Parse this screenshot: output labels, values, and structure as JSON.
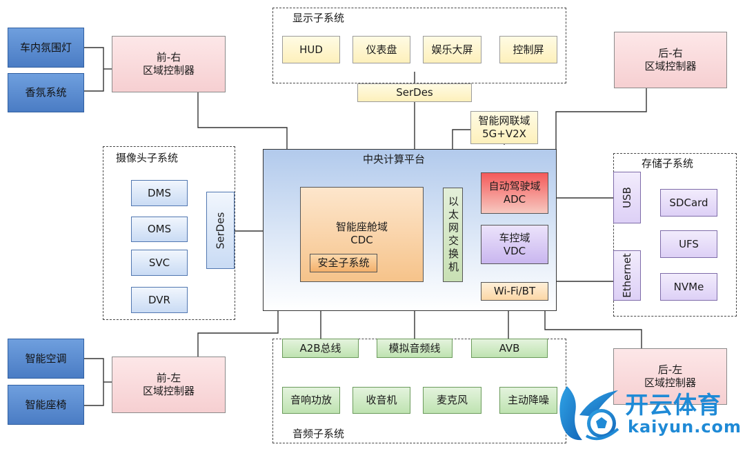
{
  "left_top": {
    "ambient_light": "车内氛围灯",
    "fragrance": "香氛系统"
  },
  "left_bottom": {
    "ac": "智能空调",
    "seat": "智能座椅"
  },
  "zone": {
    "front_right": {
      "l1": "前-右",
      "l2": "区域控制器"
    },
    "rear_right": {
      "l1": "后-右",
      "l2": "区域控制器"
    },
    "front_left": {
      "l1": "前-左",
      "l2": "区域控制器"
    },
    "rear_left": {
      "l1": "后-左",
      "l2": "区域控制器"
    }
  },
  "display": {
    "title": "显示子系统",
    "items": [
      "HUD",
      "仪表盘",
      "娱乐大屏",
      "控制屏"
    ],
    "serdes": "SerDes"
  },
  "telematics": {
    "l1": "智能网联域",
    "l2": "5G+V2X"
  },
  "camera": {
    "title": "摄像头子系统",
    "items": [
      "DMS",
      "OMS",
      "SVC",
      "DVR"
    ],
    "serdes": "SerDes"
  },
  "central": {
    "title": "中央计算平台",
    "cdc": {
      "l1": "智能座舱域",
      "l2": "CDC",
      "safety": "安全子系统"
    },
    "switch": "以太网交换机",
    "adc": {
      "l1": "自动驾驶域",
      "l2": "ADC"
    },
    "vdc": {
      "l1": "车控域",
      "l2": "VDC"
    },
    "wifi": "Wi-Fi/BT"
  },
  "storage": {
    "title": "存储子系统",
    "usb": "USB",
    "ethernet": "Ethernet",
    "items": [
      "SDCard",
      "UFS",
      "NVMe"
    ]
  },
  "audio": {
    "title": "音频子系统",
    "buses": [
      "A2B总线",
      "模拟音频线",
      "AVB"
    ],
    "items": [
      "音响功放",
      "收音机",
      "麦克风",
      "主动降噪"
    ]
  },
  "watermark": {
    "cn": "开云体育",
    "en": "kaiyun.com"
  },
  "colors": {
    "line": "#333333",
    "blue": "#4a7cc4",
    "logo_blue": "#1f8ad6"
  }
}
